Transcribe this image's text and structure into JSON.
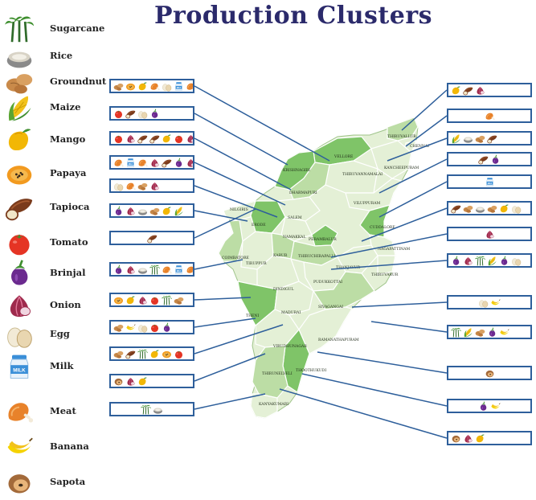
{
  "title": "Production Clusters",
  "legend": [
    {
      "label": "Sugarcane",
      "icon": "sugarcane-icon"
    },
    {
      "label": "Rice",
      "icon": "rice-icon"
    },
    {
      "label": "Groundnut",
      "icon": "groundnut-icon"
    },
    {
      "label": "Maize",
      "icon": "maize-icon"
    },
    {
      "label": "Mango",
      "icon": "mango-icon"
    },
    {
      "label": "Papaya",
      "icon": "papaya-icon"
    },
    {
      "label": "Tapioca",
      "icon": "tapioca-icon"
    },
    {
      "label": "Tomato",
      "icon": "tomato-icon"
    },
    {
      "label": "Brinjal",
      "icon": "brinjal-icon"
    },
    {
      "label": "Onion",
      "icon": "onion-icon"
    },
    {
      "label": "Egg",
      "icon": "egg-icon"
    },
    {
      "label": "Milk",
      "icon": "milk-icon"
    },
    {
      "label": "Meat",
      "icon": "meat-icon"
    },
    {
      "label": "Banana",
      "icon": "banana-icon"
    },
    {
      "label": "Sapota",
      "icon": "sapota-icon"
    }
  ],
  "milk_label": "MILK",
  "districts": [
    "THIRUVALLUR",
    "CHENNAI",
    "VELLORE",
    "KANCHEEPURAM",
    "KRISHNAGIRI",
    "THIRUVANNAMALAI",
    "DHARMAPURI",
    "VILUPPURAM",
    "SALEM",
    "NILGIRIS",
    "ERODE",
    "NAMAKKAL",
    "CUDDALORE",
    "PERAMBALUR",
    "COIMBATORE",
    "TIRUPPUR",
    "KARUR",
    "THIRUCHIRAPALLI",
    "NAGAPATTINAM",
    "THANJAVUR",
    "THIRUVARUR",
    "DINDIGUL",
    "PUDUKKOTTAI",
    "THENI",
    "MADURAI",
    "SIVAGANGAI",
    "VIRUDHUNAGAR",
    "RAMANATHAPURAM",
    "THOOTHUKUDI",
    "THIRUNELVELI",
    "KANYAKUMARI"
  ],
  "clusters": [
    {
      "icons": [
        "groundnut",
        "papaya",
        "mango",
        "meat",
        "egg",
        "milk",
        "meat"
      ]
    },
    {
      "icons": [
        "tomato",
        "tapioca",
        "egg",
        "brinjal"
      ]
    },
    {
      "icons": [
        "tomato",
        "onion",
        "tapioca",
        "tapioca",
        "mango",
        "tomato",
        "onion"
      ]
    },
    {
      "icons": [
        "meat",
        "milk",
        "meat",
        "onion",
        "tapioca",
        "brinjal",
        "onion"
      ]
    },
    {
      "icons": [
        "egg",
        "meat",
        "groundnut",
        "onion"
      ]
    },
    {
      "icons": [
        "brinjal",
        "onion",
        "rice",
        "groundnut",
        "mango",
        "maize"
      ]
    },
    {
      "icons": [
        "tapioca"
      ]
    },
    {
      "icons": [
        "brinjal",
        "onion",
        "rice",
        "sugarcane",
        "meat",
        "milk",
        "meat"
      ]
    },
    {
      "icons": [
        "papaya",
        "mango",
        "onion",
        "tomato",
        "sugarcane",
        "groundnut"
      ]
    },
    {
      "icons": [
        "groundnut",
        "banana",
        "egg",
        "tomato",
        "brinjal"
      ]
    },
    {
      "icons": [
        "groundnut",
        "tapioca",
        "sugarcane",
        "mango",
        "papaya",
        "tomato"
      ]
    },
    {
      "icons": [
        "sapota",
        "onion",
        "mango"
      ]
    },
    {
      "icons": [
        "sugarcane",
        "rice"
      ]
    },
    {
      "icons": [
        "mango",
        "tapioca",
        "onion"
      ]
    },
    {
      "icons": [
        "meat"
      ]
    },
    {
      "icons": [
        "maize",
        "rice",
        "groundnut",
        "tapioca"
      ]
    },
    {
      "icons": [
        "tapioca",
        "brinjal"
      ]
    },
    {
      "icons": [
        "milk"
      ]
    },
    {
      "icons": [
        "tapioca",
        "groundnut",
        "rice",
        "groundnut",
        "mango",
        "egg"
      ]
    },
    {
      "icons": [
        "onion"
      ]
    },
    {
      "icons": [
        "brinjal",
        "onion",
        "sugarcane",
        "maize",
        "brinjal",
        "egg"
      ]
    },
    {
      "icons": [
        "egg",
        "banana"
      ]
    },
    {
      "icons": [
        "sugarcane",
        "maize",
        "groundnut",
        "brinjal",
        "banana"
      ]
    },
    {
      "icons": [
        "sapota"
      ]
    },
    {
      "icons": [
        "brinjal",
        "banana"
      ]
    },
    {
      "icons": [
        "sapota",
        "onion",
        "mango"
      ]
    }
  ],
  "colors": {
    "title": "#2b2a6b",
    "box_border": "#2e5f9b",
    "leader_line": "#2e5f9b",
    "map_light": "#e4f0d6",
    "map_mid": "#bcdda5",
    "map_dark": "#7fc468",
    "map_border": "#ffffff"
  }
}
